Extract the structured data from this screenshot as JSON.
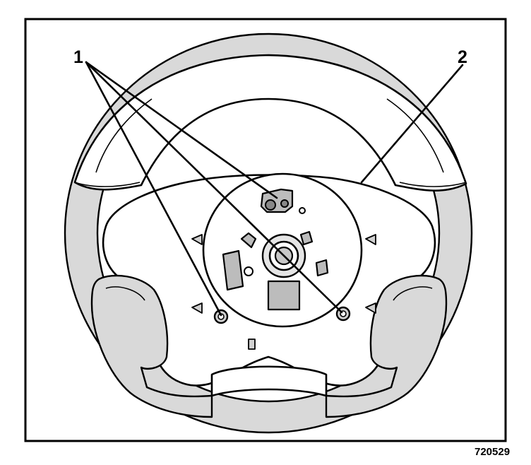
{
  "callouts": [
    {
      "id": "1"
    },
    {
      "id": "2"
    }
  ],
  "figure_code": "720529"
}
